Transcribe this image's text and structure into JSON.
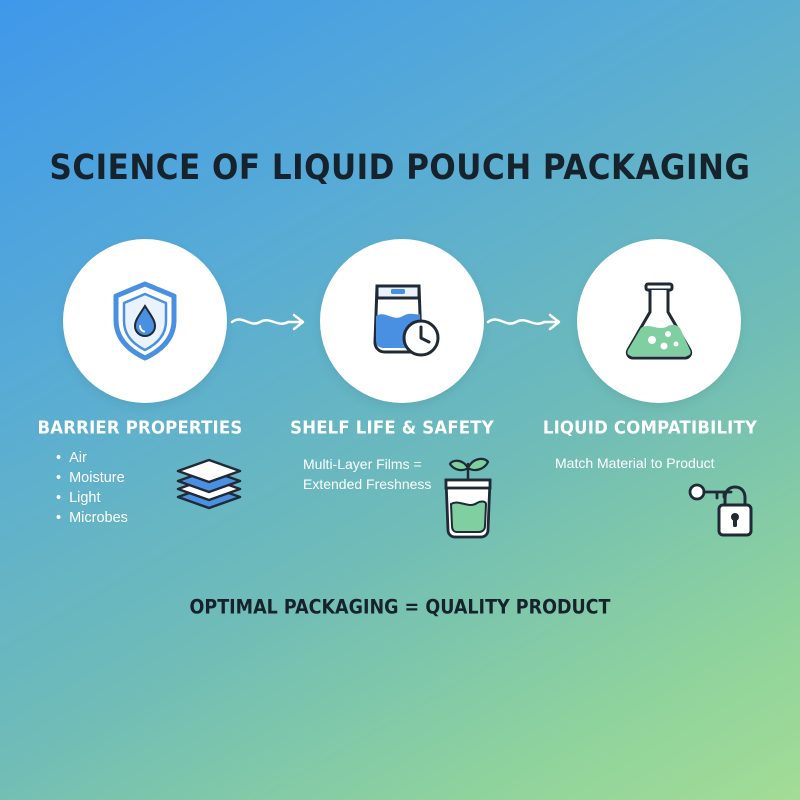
{
  "title": "SCIENCE OF LIQUID POUCH PACKAGING",
  "steps": [
    {
      "heading": "BARRIER PROPERTIES",
      "bullets": [
        "Air",
        "Moisture",
        "Light",
        "Microbes"
      ],
      "icon": "shield-water-drop-icon",
      "side_icon": "film-layers-icon"
    },
    {
      "heading": "SHELF LIFE & SAFETY",
      "description_lines": [
        "Multi-Layer Films =",
        "Extended Freshness"
      ],
      "icon": "pouch-clock-icon",
      "side_icon": "pouch-sprout-icon"
    },
    {
      "heading": "LIQUID COMPATIBILITY",
      "description_lines": [
        "Match Material to Product"
      ],
      "icon": "flask-icon",
      "side_icon": "key-lock-icon"
    }
  ],
  "footer": "OPTIMAL PACKAGING = QUALITY PRODUCT",
  "colors": {
    "dark_text": "#16222c",
    "icon_stroke": "#1f2a36",
    "accent_blue": "#4a90e2",
    "accent_green": "#7fcfa0"
  }
}
